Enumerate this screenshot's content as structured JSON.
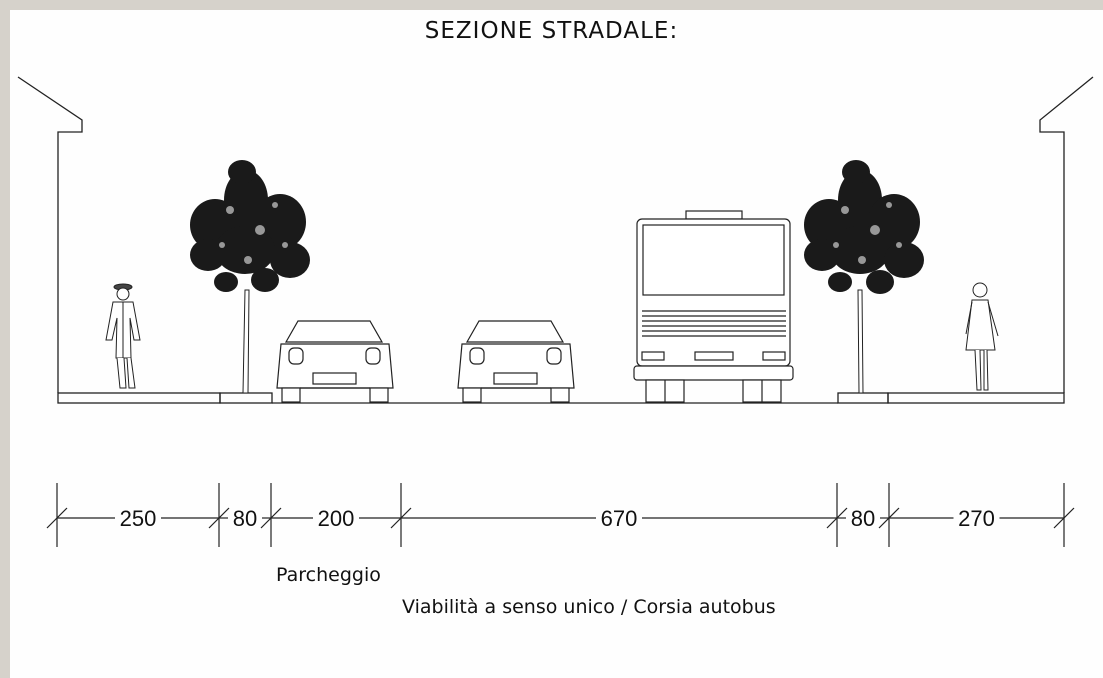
{
  "title": "SEZIONE  STRADALE:",
  "dimensions": [
    {
      "name": "dim-250",
      "label": "250",
      "from": 0,
      "to": 250
    },
    {
      "name": "dim-80-left",
      "label": "80",
      "from": 250,
      "to": 330
    },
    {
      "name": "dim-200",
      "label": "200",
      "from": 330,
      "to": 530
    },
    {
      "name": "dim-670",
      "label": "670",
      "from": 530,
      "to": 1200
    },
    {
      "name": "dim-80-right",
      "label": "80",
      "from": 1200,
      "to": 1280
    },
    {
      "name": "dim-270",
      "label": "270",
      "from": 1280,
      "to": 1550
    }
  ],
  "labels": {
    "parking": "Parcheggio",
    "lane": "Viabilità a senso unico / Corsia autobus"
  }
}
